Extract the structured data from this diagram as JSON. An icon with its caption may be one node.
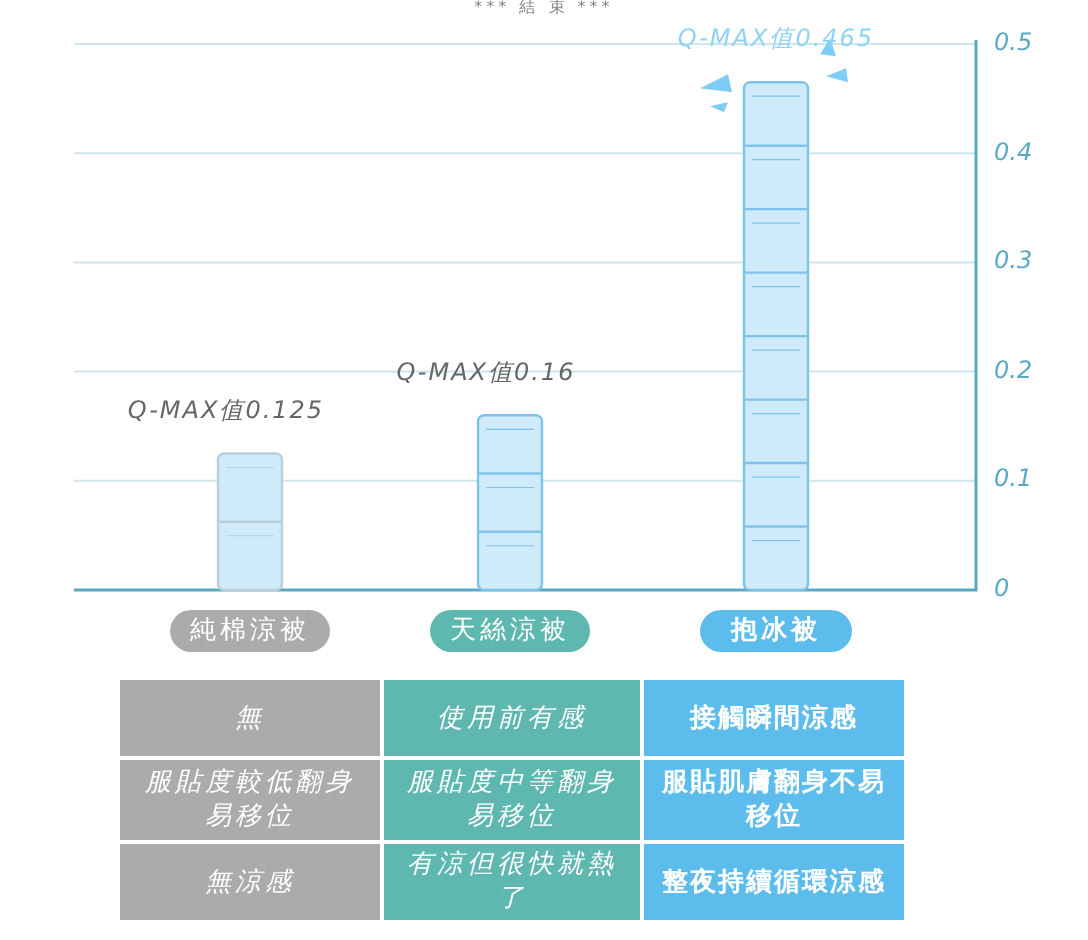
{
  "diagram": {
    "labels": [
      "*** 結 束 ***",
      "無",
      "使用前有感",
      "接觸瞬間涼感",
      "服貼度較低翻身易移位",
      "服貼度中等翻身易移位",
      "服貼肌膚翻身不易移位",
      "無涼感",
      "有涼但很快就熱了",
      "整夜持續循環涼感"
    ],
    "chart_data": {
      "type": "bar",
      "categories": [
        "純棉涼被",
        "天絲涼被",
        "抱冰被"
      ],
      "series": [
        {
          "color": "#cfeaf8",
          "values": [
            0.125,
            0.16,
            0.465
          ]
        }
      ],
      "ylim": [
        0,
        0.5
      ],
      "grid": true,
      "yticks": [
        0,
        0.1,
        0.2,
        0.3,
        0.4,
        0.5
      ],
      "value_labels": [
        "Q-MAX值0.125",
        "Q-MAX值0.16",
        "Q-MAX值0.465"
      ]
    }
  }
}
